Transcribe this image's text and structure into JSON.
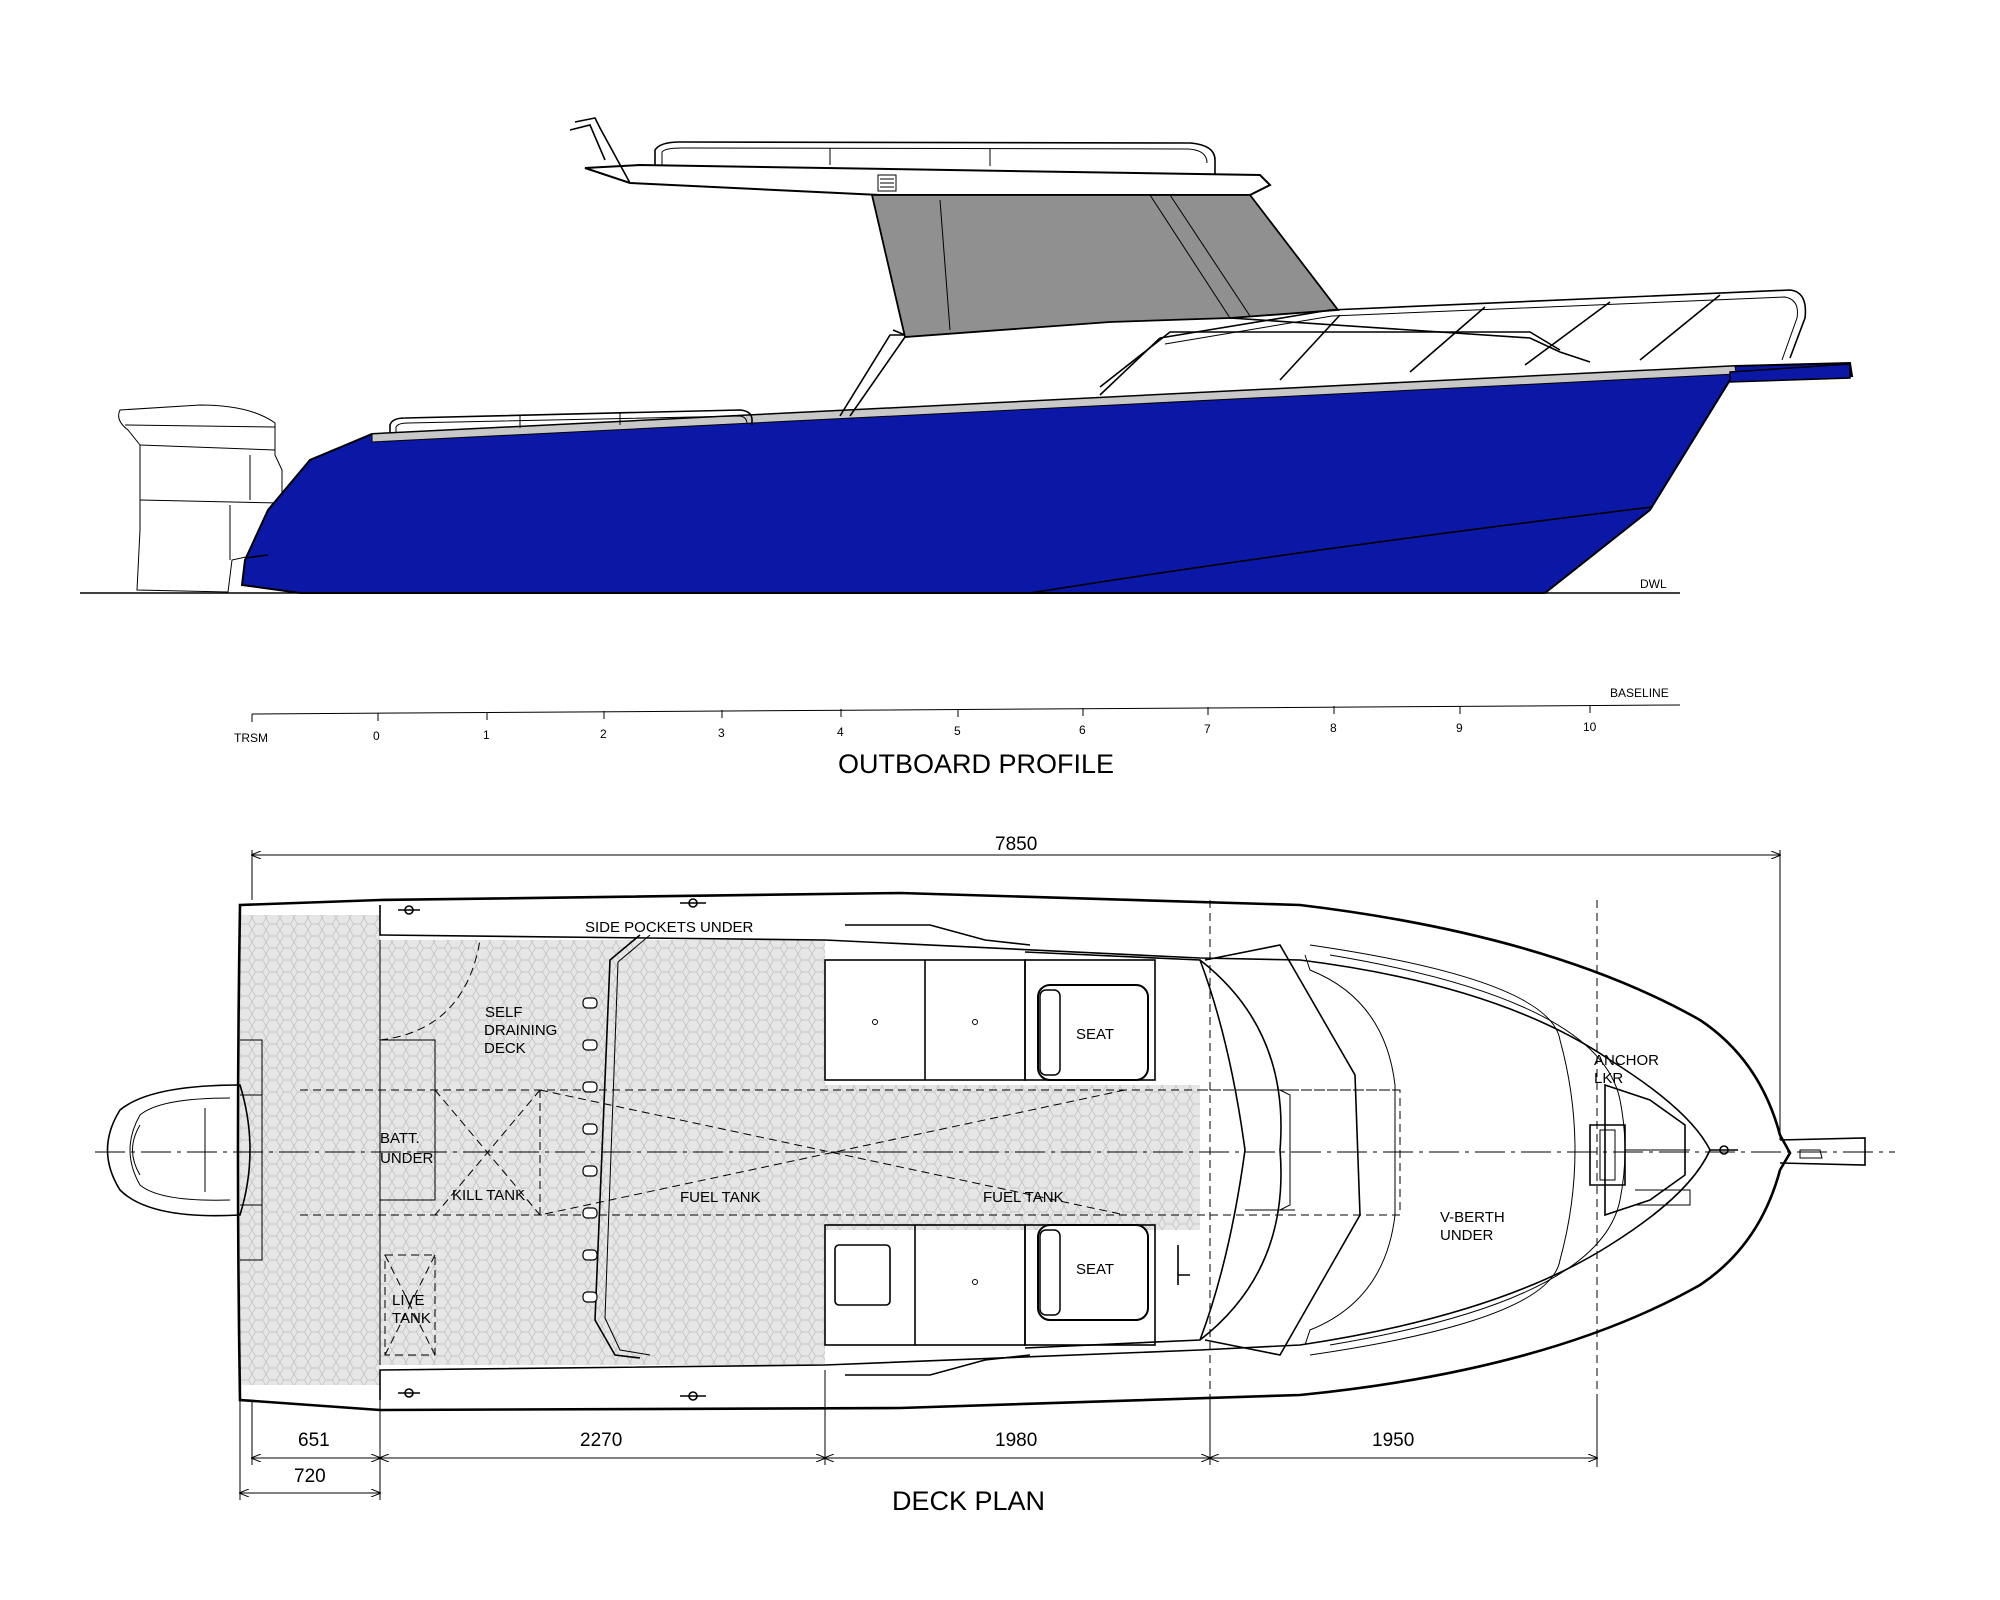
{
  "colors": {
    "hull": "#0b18a6",
    "glass": "#909090",
    "deck_fill": "#e8e8e8",
    "sheer_stripe": "#c8c8c8"
  },
  "profile": {
    "title": "OUTBOARD PROFILE",
    "waterline_label": "DWL",
    "baseline_label": "BASELINE",
    "stations": [
      "TRSM",
      "0",
      "1",
      "2",
      "3",
      "4",
      "5",
      "6",
      "7",
      "8",
      "9",
      "10"
    ]
  },
  "deck_plan": {
    "title": "DECK PLAN",
    "overall_length": "7850",
    "labels": {
      "side_pockets": "SIDE POCKETS UNDER",
      "self_draining_1": "SELF",
      "self_draining_2": "DRAINING",
      "self_draining_3": "DECK",
      "batt_1": "BATT.",
      "batt_2": "UNDER",
      "kill_tank": "KILL TANK",
      "fuel_tank_1": "FUEL TANK",
      "fuel_tank_2": "FUEL TANK",
      "live_tank_1": "LIVE",
      "live_tank_2": "TANK",
      "seat_1": "SEAT",
      "seat_2": "SEAT",
      "anchor_1": "ANCHOR",
      "anchor_2": "LKR",
      "vberth_1": "V-BERTH",
      "vberth_2": "UNDER"
    },
    "dimensions": {
      "d651": "651",
      "d720": "720",
      "d2270": "2270",
      "d1980": "1980",
      "d1950": "1950"
    }
  }
}
